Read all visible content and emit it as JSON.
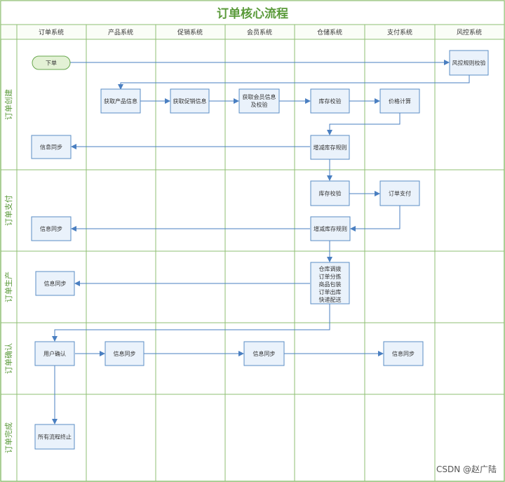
{
  "title": "订单核心流程",
  "columns": [
    "订单系统",
    "产品系统",
    "促销系统",
    "会员系统",
    "仓储系统",
    "支付系统",
    "风控系统"
  ],
  "lanes": [
    "订单创建",
    "订单支付",
    "订单生产",
    "订单确认",
    "订单完成"
  ],
  "nodes": {
    "start": "下单",
    "risk_check": "风控规则校验",
    "get_product": "获取产品信息",
    "get_promo": "获取促销信息",
    "get_member": [
      "获取会员信息",
      "及校验"
    ],
    "stock_check_1": "库存校验",
    "price_calc": "价格计算",
    "reduce_stock_1": "增减库存规则",
    "sync_1": "信息同步",
    "stock_check_2": "库存校验",
    "order_pay": "订单支付",
    "reduce_stock_2": "增减库存规则",
    "sync_2": "信息同步",
    "warehouse": [
      "仓库调拨",
      "订单分拣",
      "商品包装",
      "订单出库",
      "快递配送"
    ],
    "sync_3": "信息同步",
    "user_confirm": "用户确认",
    "sync_product": "信息同步",
    "sync_member": "信息同步",
    "sync_pay": "信息同步",
    "flow_end": "所有流程终止"
  },
  "watermark": "CSDN @赵广陆",
  "colors": {
    "title": "#5a9a3a",
    "grid": "#8fbf73",
    "box_border": "#5b8ec4",
    "box_fill": "#eaf2fb",
    "start_fill": "#e3f1d5",
    "arrow": "#4a7fc1"
  }
}
